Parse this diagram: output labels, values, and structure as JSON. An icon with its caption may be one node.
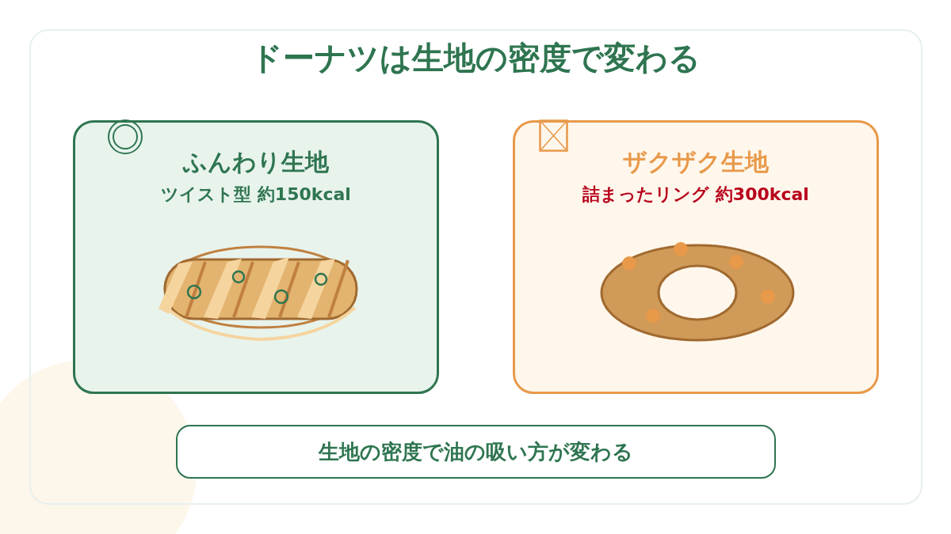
{
  "diagram": {
    "title": "ドーナツは生地の密度で変わる",
    "nodes": [
      {
        "text": [
          "ふんわり生地",
          "ツイスト型 約150kcal"
        ]
      },
      {
        "text": [
          "ザクザク生地",
          "詰まったリング 約300kcal"
        ]
      },
      {
        "text": [
          "生地の密度で油の吸い方が変わる"
        ]
      }
    ]
  }
}
